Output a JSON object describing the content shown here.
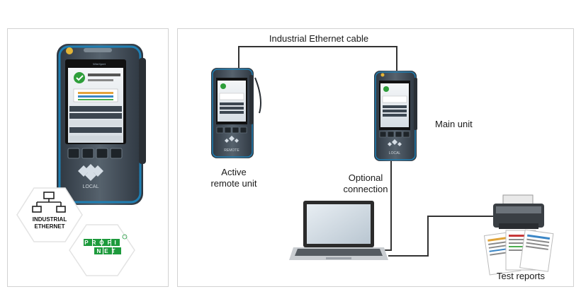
{
  "left_panel": {
    "device_brand": "WireXpert",
    "device_unit_label": "LOCAL",
    "badge_industrial_line1": "INDUSTRIAL",
    "badge_industrial_line2": "ETHERNET",
    "badge_profinet_line1": "PROFI",
    "badge_profinet_line2": "NET"
  },
  "diagram": {
    "cable_label": "Industrial Ethernet cable",
    "remote_label_line1": "Active",
    "remote_label_line2": "remote unit",
    "main_label": "Main unit",
    "optional_label_line1": "Optional",
    "optional_label_line2": "connection",
    "reports_label": "Test reports",
    "remote_unit_tag": "REMOTE",
    "main_unit_tag": "LOCAL"
  },
  "colors": {
    "device_body": "#4a5560",
    "device_accent": "#1f7fb3",
    "screen_ok": "#2e9e3a",
    "profinet_green": "#1d9a3c",
    "cable": "#333333"
  }
}
